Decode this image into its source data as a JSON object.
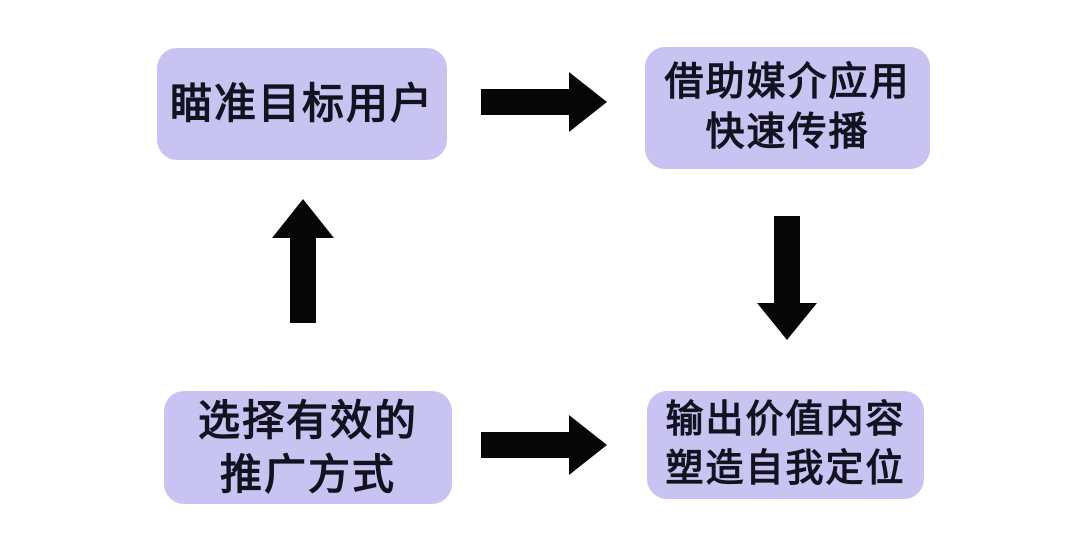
{
  "colors": {
    "background": "#ffffff",
    "node-fill": "#c9c3f2",
    "node-text": "#121220",
    "arrow": "#060606"
  },
  "diagram": {
    "type": "cycle-flowchart",
    "nodes": [
      {
        "id": "target-users",
        "lines": [
          "瞄准目标用户"
        ]
      },
      {
        "id": "media-spread",
        "lines": [
          "借助媒介应用",
          "快速传播"
        ]
      },
      {
        "id": "promotion-method",
        "lines": [
          "选择有效的",
          "推广方式"
        ]
      },
      {
        "id": "value-content",
        "lines": [
          "输出价值内容",
          "塑造自我定位"
        ]
      }
    ],
    "arrows": [
      {
        "id": "top",
        "direction": "right",
        "from": "target-users",
        "to": "media-spread"
      },
      {
        "id": "right",
        "direction": "down",
        "from": "media-spread",
        "to": "value-content"
      },
      {
        "id": "bottom",
        "direction": "right",
        "from": "promotion-method",
        "to": "value-content"
      },
      {
        "id": "left",
        "direction": "up",
        "from": "promotion-method",
        "to": "target-users"
      }
    ]
  }
}
